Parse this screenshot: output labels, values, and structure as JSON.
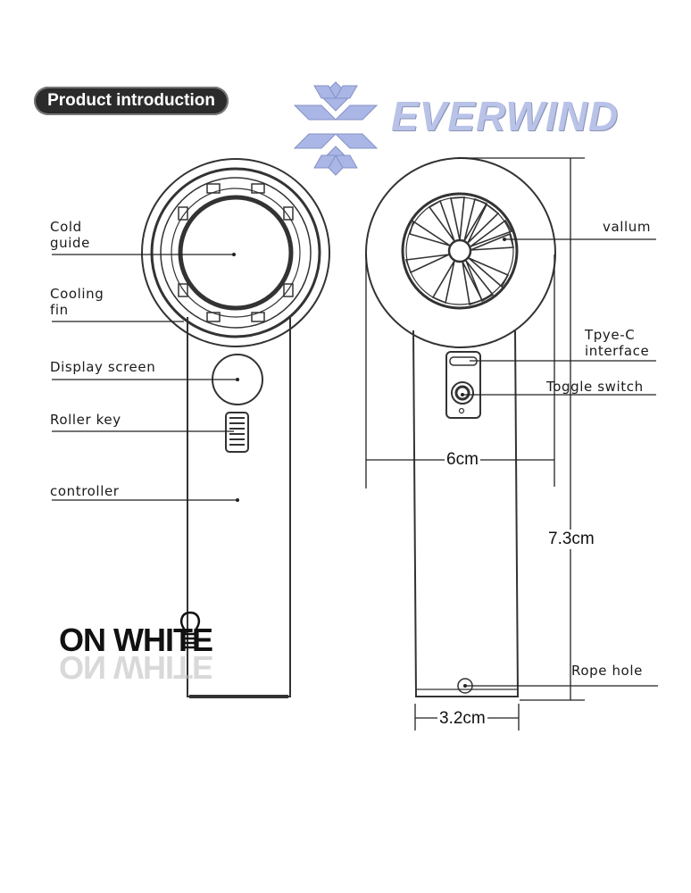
{
  "badge": {
    "text": "Product introduction"
  },
  "brand": {
    "name": "EVERWIND",
    "logo_icon": "snowflake-icon",
    "color": "#b9c3e8"
  },
  "front_labels": {
    "cold_guide": "Cold\nguide",
    "cooling_fin": "Cooling\nfin",
    "display_screen": "Display screen",
    "roller_key": "Roller key",
    "controller": "controller"
  },
  "back_labels": {
    "vallum": "vallum",
    "type_c": "Tpye-C\ninterface",
    "toggle_switch": "Toggle switch",
    "rope_hole": "Rope hole"
  },
  "dimensions": {
    "width": "6cm",
    "height": "7.3cm",
    "handle_width": "3.2cm"
  },
  "watermark": {
    "text": "ON WHITE"
  }
}
